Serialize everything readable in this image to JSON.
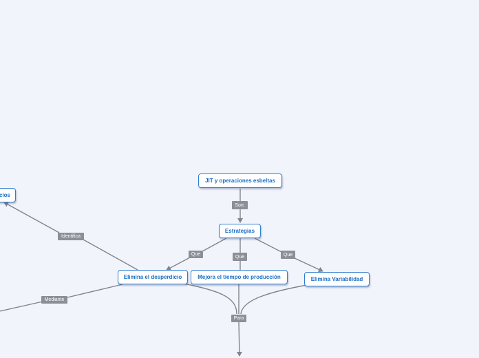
{
  "colors": {
    "background": "#f2f4fb",
    "node_border": "#2f7fd1",
    "node_text": "#1a6fc4",
    "edge": "#7f848c",
    "edge_label_bg": "#8a8f98"
  },
  "nodes": {
    "root": "JIT y operaciones esbeltas",
    "strategies": "Estrategias",
    "waste": "Elimina el desperdicio",
    "time": "Mejora el tiempo de producción",
    "variability": "Elimina Variabilidad",
    "partial_left": "cios"
  },
  "edge_labels": {
    "son": "Son:",
    "que_left": "Que",
    "que_center": "Que",
    "que_right": "Que",
    "identifica": "Identifica",
    "mediante": "Mediante",
    "para": "Para"
  }
}
